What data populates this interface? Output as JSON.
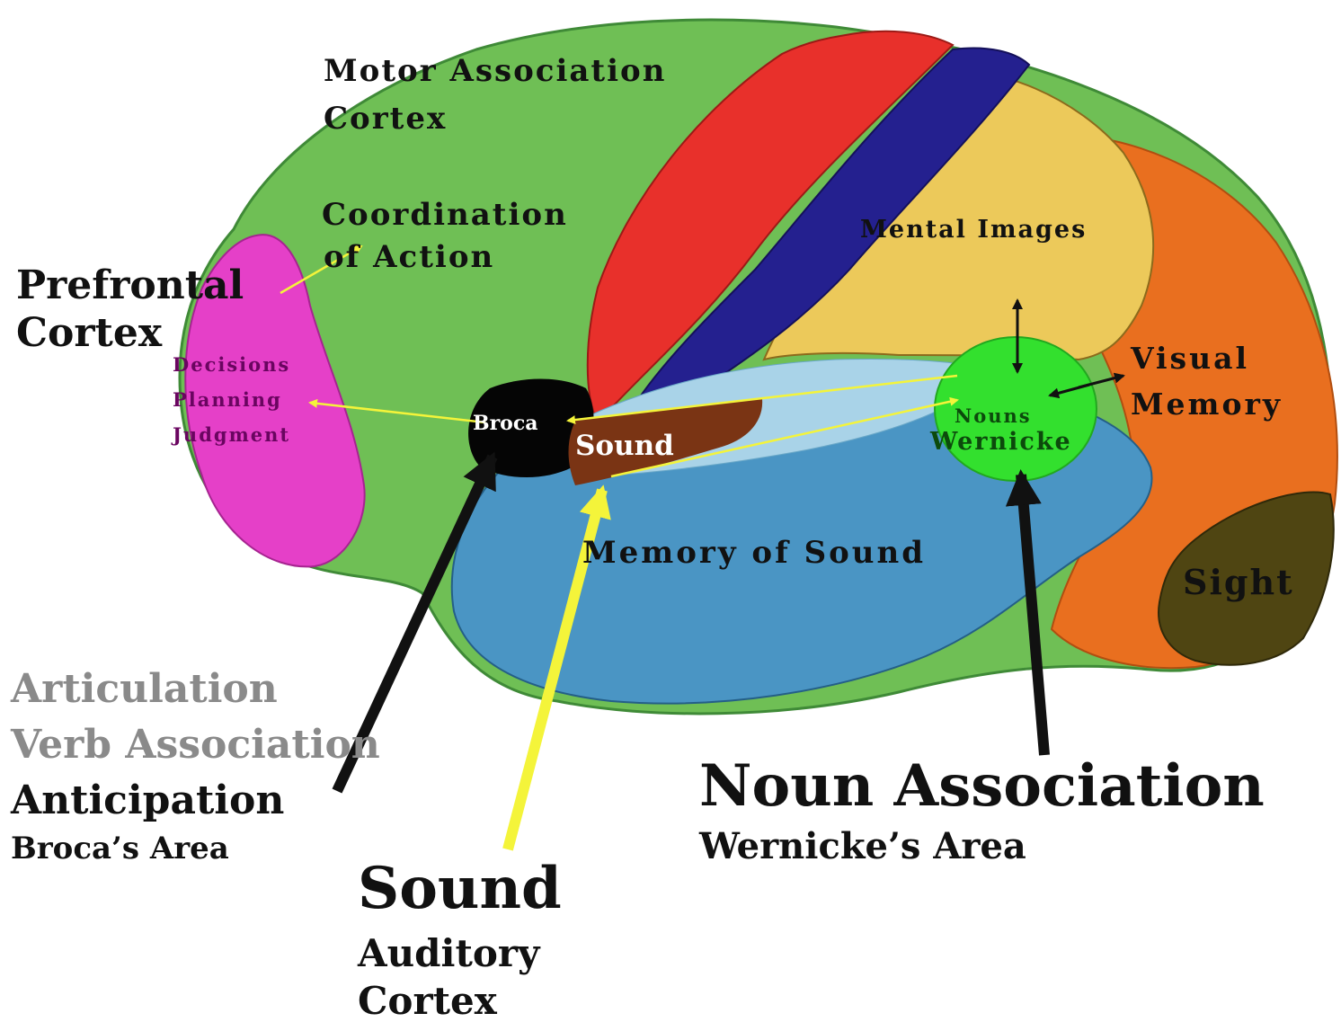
{
  "colors": {
    "background": "#ffffff",
    "motor_green": "#6fbf55",
    "prefrontal_magenta": "#e540c8",
    "motor_strip_red": "#e8302b",
    "sensory_strip_blue": "#24208f",
    "parietal_yellow": "#ecc95a",
    "occipital_orange": "#e96f1f",
    "temporal_blue": "#4a95c4",
    "temporal_light_blue": "#a9d3e8",
    "wernicke_green": "#33e02e",
    "broca_black": "#050505",
    "sound_brown": "#7a3414",
    "sight_olive": "#4f4512",
    "yellow_arrow": "#f4f43a",
    "label_gray": "#8a8a8a"
  },
  "labels": {
    "motor_association_1": "Motor Association",
    "motor_association_2": "Cortex",
    "coordination_1": "Coordination",
    "coordination_2": "of Action",
    "prefrontal_1": "Prefrontal",
    "prefrontal_2": "Cortex",
    "decisions": "Decisions",
    "planning": "Planning",
    "judgment": "Judgment",
    "mental_images": "Mental Images",
    "visual_memory_1": "Visual",
    "visual_memory_2": "Memory",
    "broca": "Broca",
    "sound_region": "Sound",
    "nouns": "Nouns",
    "wernicke": "Wernicke",
    "memory_of_sound": "Memory of Sound",
    "sight": "Sight",
    "articulation": "Articulation",
    "verb_association": "Verb Association",
    "anticipation": "Anticipation",
    "brocas_area": "Broca’s Area",
    "noun_association": "Noun Association",
    "wernickes_area": "Wernicke’s Area",
    "sound_big": "Sound",
    "auditory_1": "Auditory",
    "auditory_2": "Cortex"
  }
}
